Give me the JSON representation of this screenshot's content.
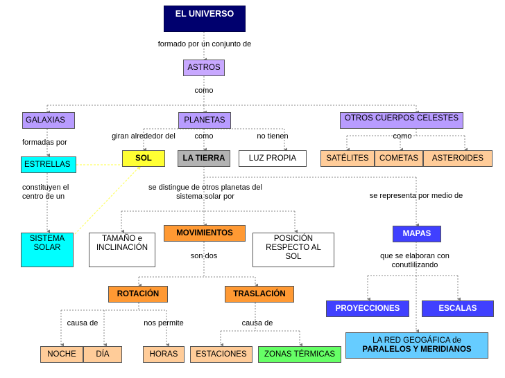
{
  "nodes": {
    "universo": "EL UNIVERSO",
    "astros": "ASTROS",
    "galaxias": "GALAXIAS",
    "planetas": "PLANETAS",
    "otros_cuerpos": "OTROS CUERPOS CELESTES",
    "estrellas": "ESTRELLAS",
    "sol": "SOL",
    "la_tierra": "LA TIERRA",
    "luz_propia": "LUZ PROPIA",
    "satelites": "SATÉLITES",
    "cometas": "COMETAS",
    "asteroides": "ASTEROIDES",
    "sistema_solar": "SISTEMA SOLAR",
    "tamano": "TAMAÑO e INCLINACIÓN",
    "movimientos": "MOVIMIENTOS",
    "posicion": "POSICIÓN RESPECTO AL SOL",
    "mapas": "MAPAS",
    "rotacion": "ROTACIÓN",
    "traslacion": "TRASLACIÓN",
    "proyecciones": "PROYECCIONES",
    "escalas": "ESCALAS",
    "red_line1": "LA RED GEOGÁFICA de",
    "red_line2": "PARALELOS Y MERIDIANOS",
    "noche": "NOCHE",
    "dia": "DÍA",
    "horas": "HORAS",
    "estaciones": "ESTACIONES",
    "zonas": "ZONAS TÉRMICAS"
  },
  "links": {
    "formado_por": "formado por un conjunto de",
    "como_astros": "como",
    "formadas_por": "formadas por",
    "giran": "giran alrededor del",
    "como_planetas": "como",
    "no_tienen": "no tienen",
    "como_otros": "como",
    "constituyen": "constituyen el centro de un",
    "se_distingue": "se distingue de otros planetas del sistema solar por",
    "se_representa": "se representa por medio de",
    "son_dos": "son dos",
    "se_elaboran": "que se elaboran con conutlilizando",
    "causa_de_1": "causa de",
    "nos_permite": "nos permite",
    "causa_de_2": "causa de"
  }
}
